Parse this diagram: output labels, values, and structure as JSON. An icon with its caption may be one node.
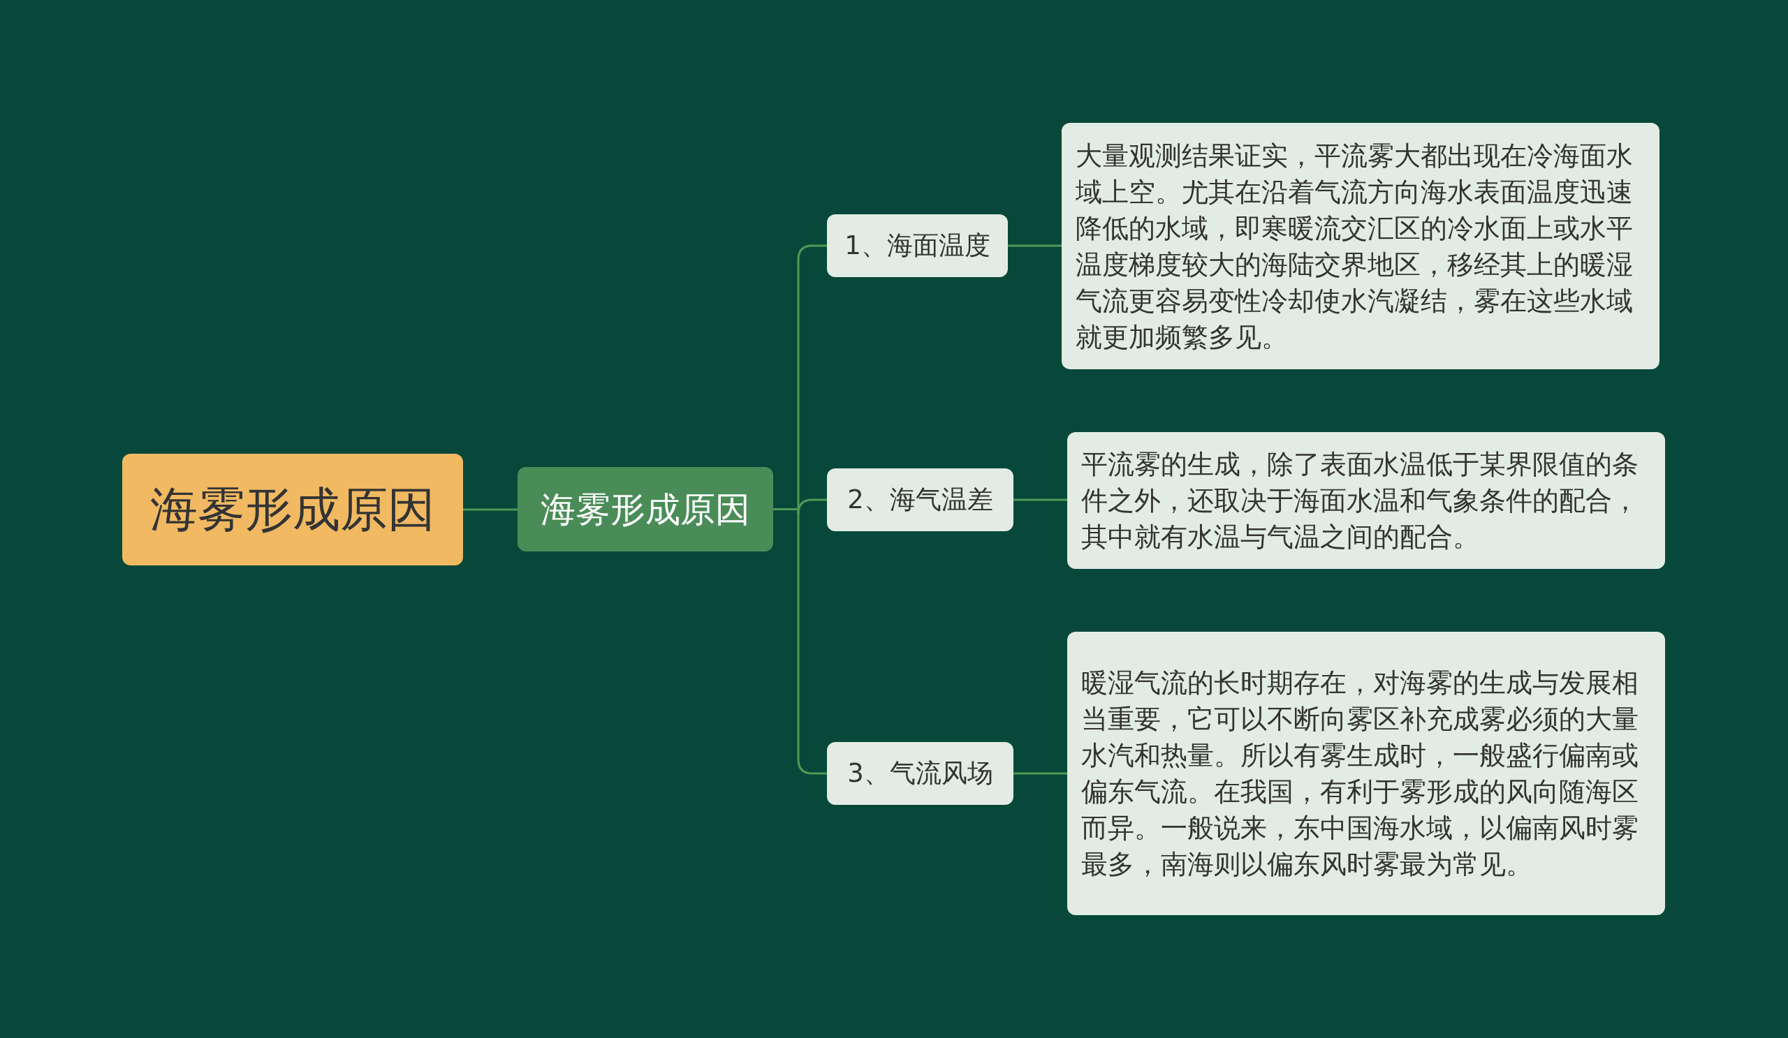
{
  "diagram": {
    "nodes": [
      {
        "text": [
          "海雾形成原因"
        ]
      },
      {
        "text": [
          "海雾形成原因"
        ]
      },
      {
        "text": [
          "1、海面温度"
        ]
      },
      {
        "text": [
          "大量观测结果证实，平流雾大都出现在冷海面水域上空。尤其在沿着气流方向海水表面温度迅速降低的水域，即寒暖流交汇区的冷水面上或水平温度梯度较大的海陆交界地区，移经其上的暖湿气流更容易变性冷却使水汽凝结，雾在这些水域就更加频繁多见。"
        ]
      },
      {
        "text": [
          "2、海气温差"
        ]
      },
      {
        "text": [
          "平流雾的生成，除了表面水温低于某界限值的条件之外，还取决于海面水温和气象条件的配合，其中就有水温与气温之间的配合。"
        ]
      },
      {
        "text": [
          "3、气流风场"
        ]
      },
      {
        "text": [
          "暖湿气流的长时期存在，对海雾的生成与发展相当重要，它可以不断向雾区补充成雾必须的大量水汽和热量。所以有雾生成时，一般盛行偏南或偏东气流。在我国，有利于雾形成的风向随海区而异。一般说来，东中国海水域，以偏南风时雾最多，南海则以偏东风时雾最为常见。"
        ]
      }
    ],
    "edges": [
      {
        "from": 0,
        "to": 1,
        "arrow": "none"
      },
      {
        "from": 1,
        "to": 2,
        "arrow": "none"
      },
      {
        "from": 1,
        "to": 4,
        "arrow": "none"
      },
      {
        "from": 1,
        "to": 6,
        "arrow": "none"
      },
      {
        "from": 2,
        "to": 3,
        "arrow": "none"
      },
      {
        "from": 4,
        "to": 5,
        "arrow": "none"
      },
      {
        "from": 6,
        "to": 7,
        "arrow": "none"
      }
    ]
  }
}
